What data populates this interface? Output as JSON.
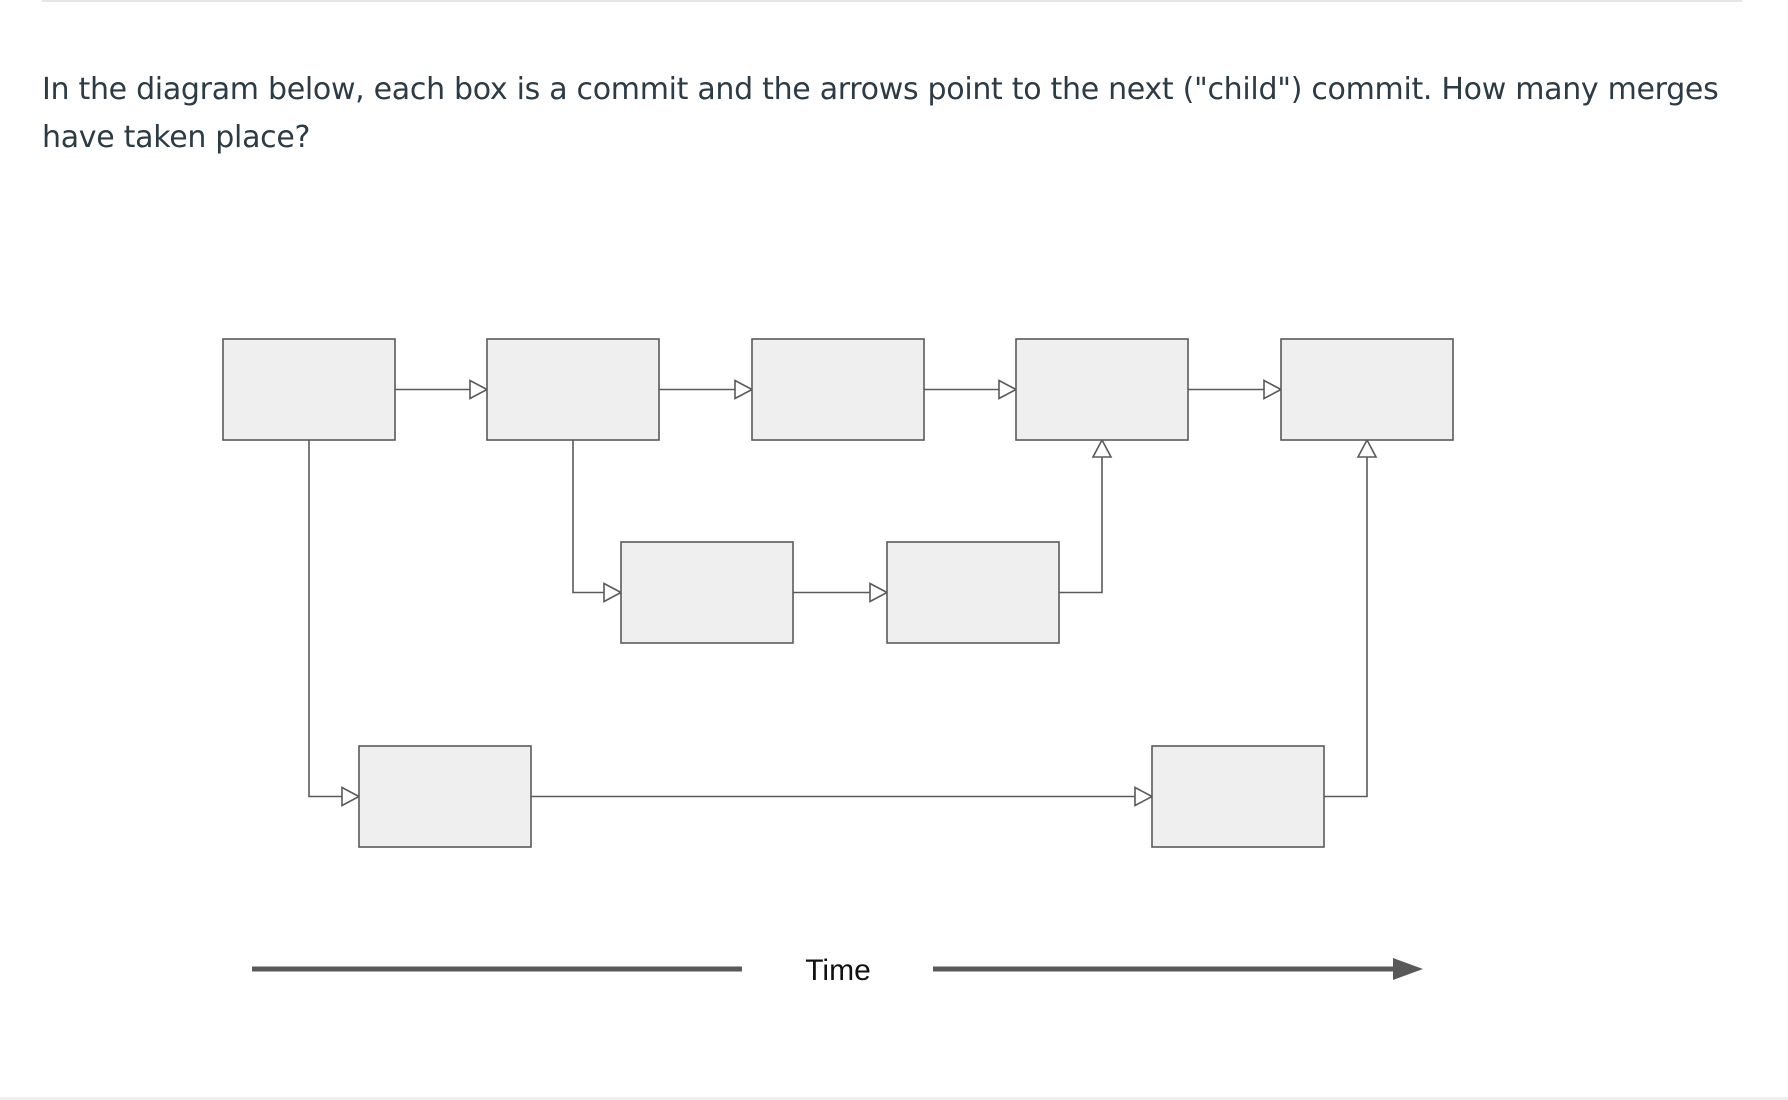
{
  "question": {
    "text": "In the diagram below, each box is a commit and the arrows point to the next (\"child\") commit. How many merges have taken place?"
  },
  "diagram": {
    "commits": [
      {
        "id": "a1",
        "lane": "main"
      },
      {
        "id": "a2",
        "lane": "main"
      },
      {
        "id": "a3",
        "lane": "main"
      },
      {
        "id": "a4",
        "lane": "main"
      },
      {
        "id": "a5",
        "lane": "main"
      },
      {
        "id": "b1",
        "lane": "middle"
      },
      {
        "id": "b2",
        "lane": "middle"
      },
      {
        "id": "c1",
        "lane": "bottom"
      },
      {
        "id": "c2",
        "lane": "bottom"
      }
    ],
    "edges": [
      {
        "from": "a1",
        "to": "a2"
      },
      {
        "from": "a2",
        "to": "a3"
      },
      {
        "from": "a3",
        "to": "a4"
      },
      {
        "from": "a4",
        "to": "a5"
      },
      {
        "from": "a2",
        "to": "b1"
      },
      {
        "from": "b1",
        "to": "b2"
      },
      {
        "from": "b2",
        "to": "a4"
      },
      {
        "from": "a1",
        "to": "c1"
      },
      {
        "from": "c1",
        "to": "c2"
      },
      {
        "from": "c2",
        "to": "a5"
      }
    ],
    "time_label": "Time"
  }
}
